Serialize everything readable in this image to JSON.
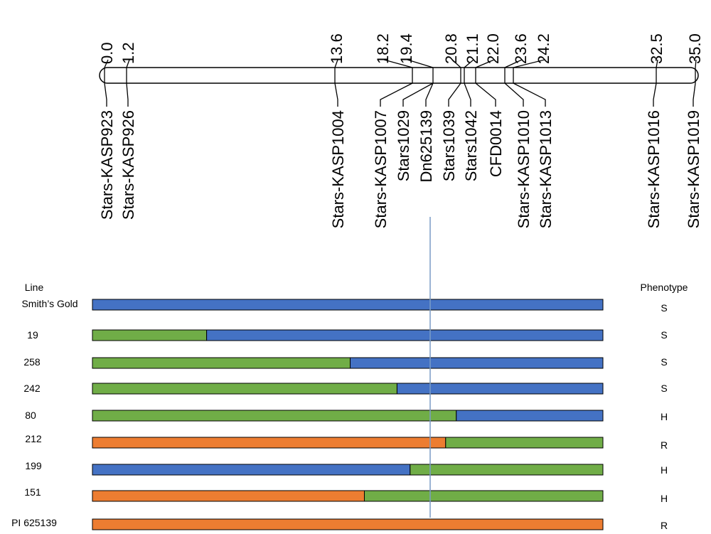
{
  "markers": [
    {
      "pos": "0.0",
      "name": "Stars-KASP923"
    },
    {
      "pos": "1.2",
      "name": "Stars-KASP926"
    },
    {
      "pos": "13.6",
      "name": "Stars-KASP1004"
    },
    {
      "pos": "18.2",
      "name": "Stars-KASP1007"
    },
    {
      "pos": "19.4",
      "name": "Stars1029"
    },
    {
      "pos": "",
      "name": "Dn625139"
    },
    {
      "pos": "20.8",
      "name": "Stars1039"
    },
    {
      "pos": "21.1",
      "name": "Stars1042"
    },
    {
      "pos": "22.0",
      "name": "CFD0014"
    },
    {
      "pos": "23.6",
      "name": "Stars-KASP1010"
    },
    {
      "pos": "24.2",
      "name": "Stars-KASP1013"
    },
    {
      "pos": "32.5",
      "name": "Stars-KASP1016"
    },
    {
      "pos": "35.0",
      "name": "Stars-KASP1019"
    }
  ],
  "headers": {
    "line": "Line",
    "phenotype": "Phenotype"
  },
  "colors": {
    "blue": "#4472C4",
    "green": "#70AD47",
    "orange": "#ED7D31",
    "divider": "#7a9cc6"
  },
  "genotype_fraction_of_bar": "each segment listed as [color, start, end] along the bar (0 = left, 1 = right)",
  "lines": [
    {
      "name": "Smith’s Gold",
      "phenotype": "S",
      "segments": [
        [
          "blue",
          0,
          1
        ]
      ]
    },
    {
      "name": "19",
      "phenotype": "S",
      "segments": [
        [
          "green",
          0,
          0.2237
        ],
        [
          "blue",
          0.2237,
          1
        ]
      ]
    },
    {
      "name": "258",
      "phenotype": "S",
      "segments": [
        [
          "green",
          0,
          0.5049
        ],
        [
          "blue",
          0.5049,
          1
        ]
      ]
    },
    {
      "name": "242",
      "phenotype": "S",
      "segments": [
        [
          "green",
          0,
          0.5967
        ],
        [
          "blue",
          0.5967,
          1
        ]
      ]
    },
    {
      "name": "80",
      "phenotype": "H",
      "segments": [
        [
          "green",
          0,
          0.7128
        ],
        [
          "blue",
          0.7128,
          1
        ]
      ]
    },
    {
      "name": "212",
      "phenotype": "R",
      "segments": [
        [
          "orange",
          0,
          0.6919
        ],
        [
          "green",
          0.6919,
          1
        ]
      ]
    },
    {
      "name": "199",
      "phenotype": "H",
      "segments": [
        [
          "blue",
          0,
          0.6223
        ],
        [
          "green",
          0.6223,
          1
        ]
      ]
    },
    {
      "name": "151",
      "phenotype": "H",
      "segments": [
        [
          "orange",
          0,
          0.5327
        ],
        [
          "green",
          0.5327,
          1
        ]
      ]
    },
    {
      "name": "PI 625139",
      "phenotype": "R",
      "segments": [
        [
          "orange",
          0,
          1
        ]
      ]
    }
  ]
}
